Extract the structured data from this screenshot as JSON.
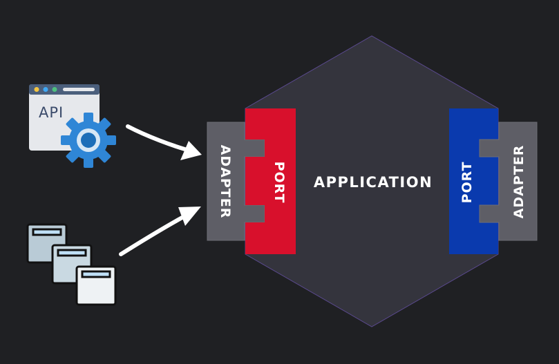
{
  "diagram": {
    "application_label": "APPLICATION",
    "left_port_label": "PORT",
    "left_adapter_label": "ADAPTER",
    "right_port_label": "PORT",
    "right_adapter_label": "ADAPTER",
    "api_icon_label": "API"
  },
  "colors": {
    "background": "#1f2023",
    "hexagon": "#34343d",
    "adapter": "#5e5e66",
    "left_port": "#d8102c",
    "right_port": "#0a3aae",
    "arrow": "#ffffff"
  },
  "icons": {
    "api": "api-gear-icon",
    "windows": "stacked-windows-icon"
  }
}
